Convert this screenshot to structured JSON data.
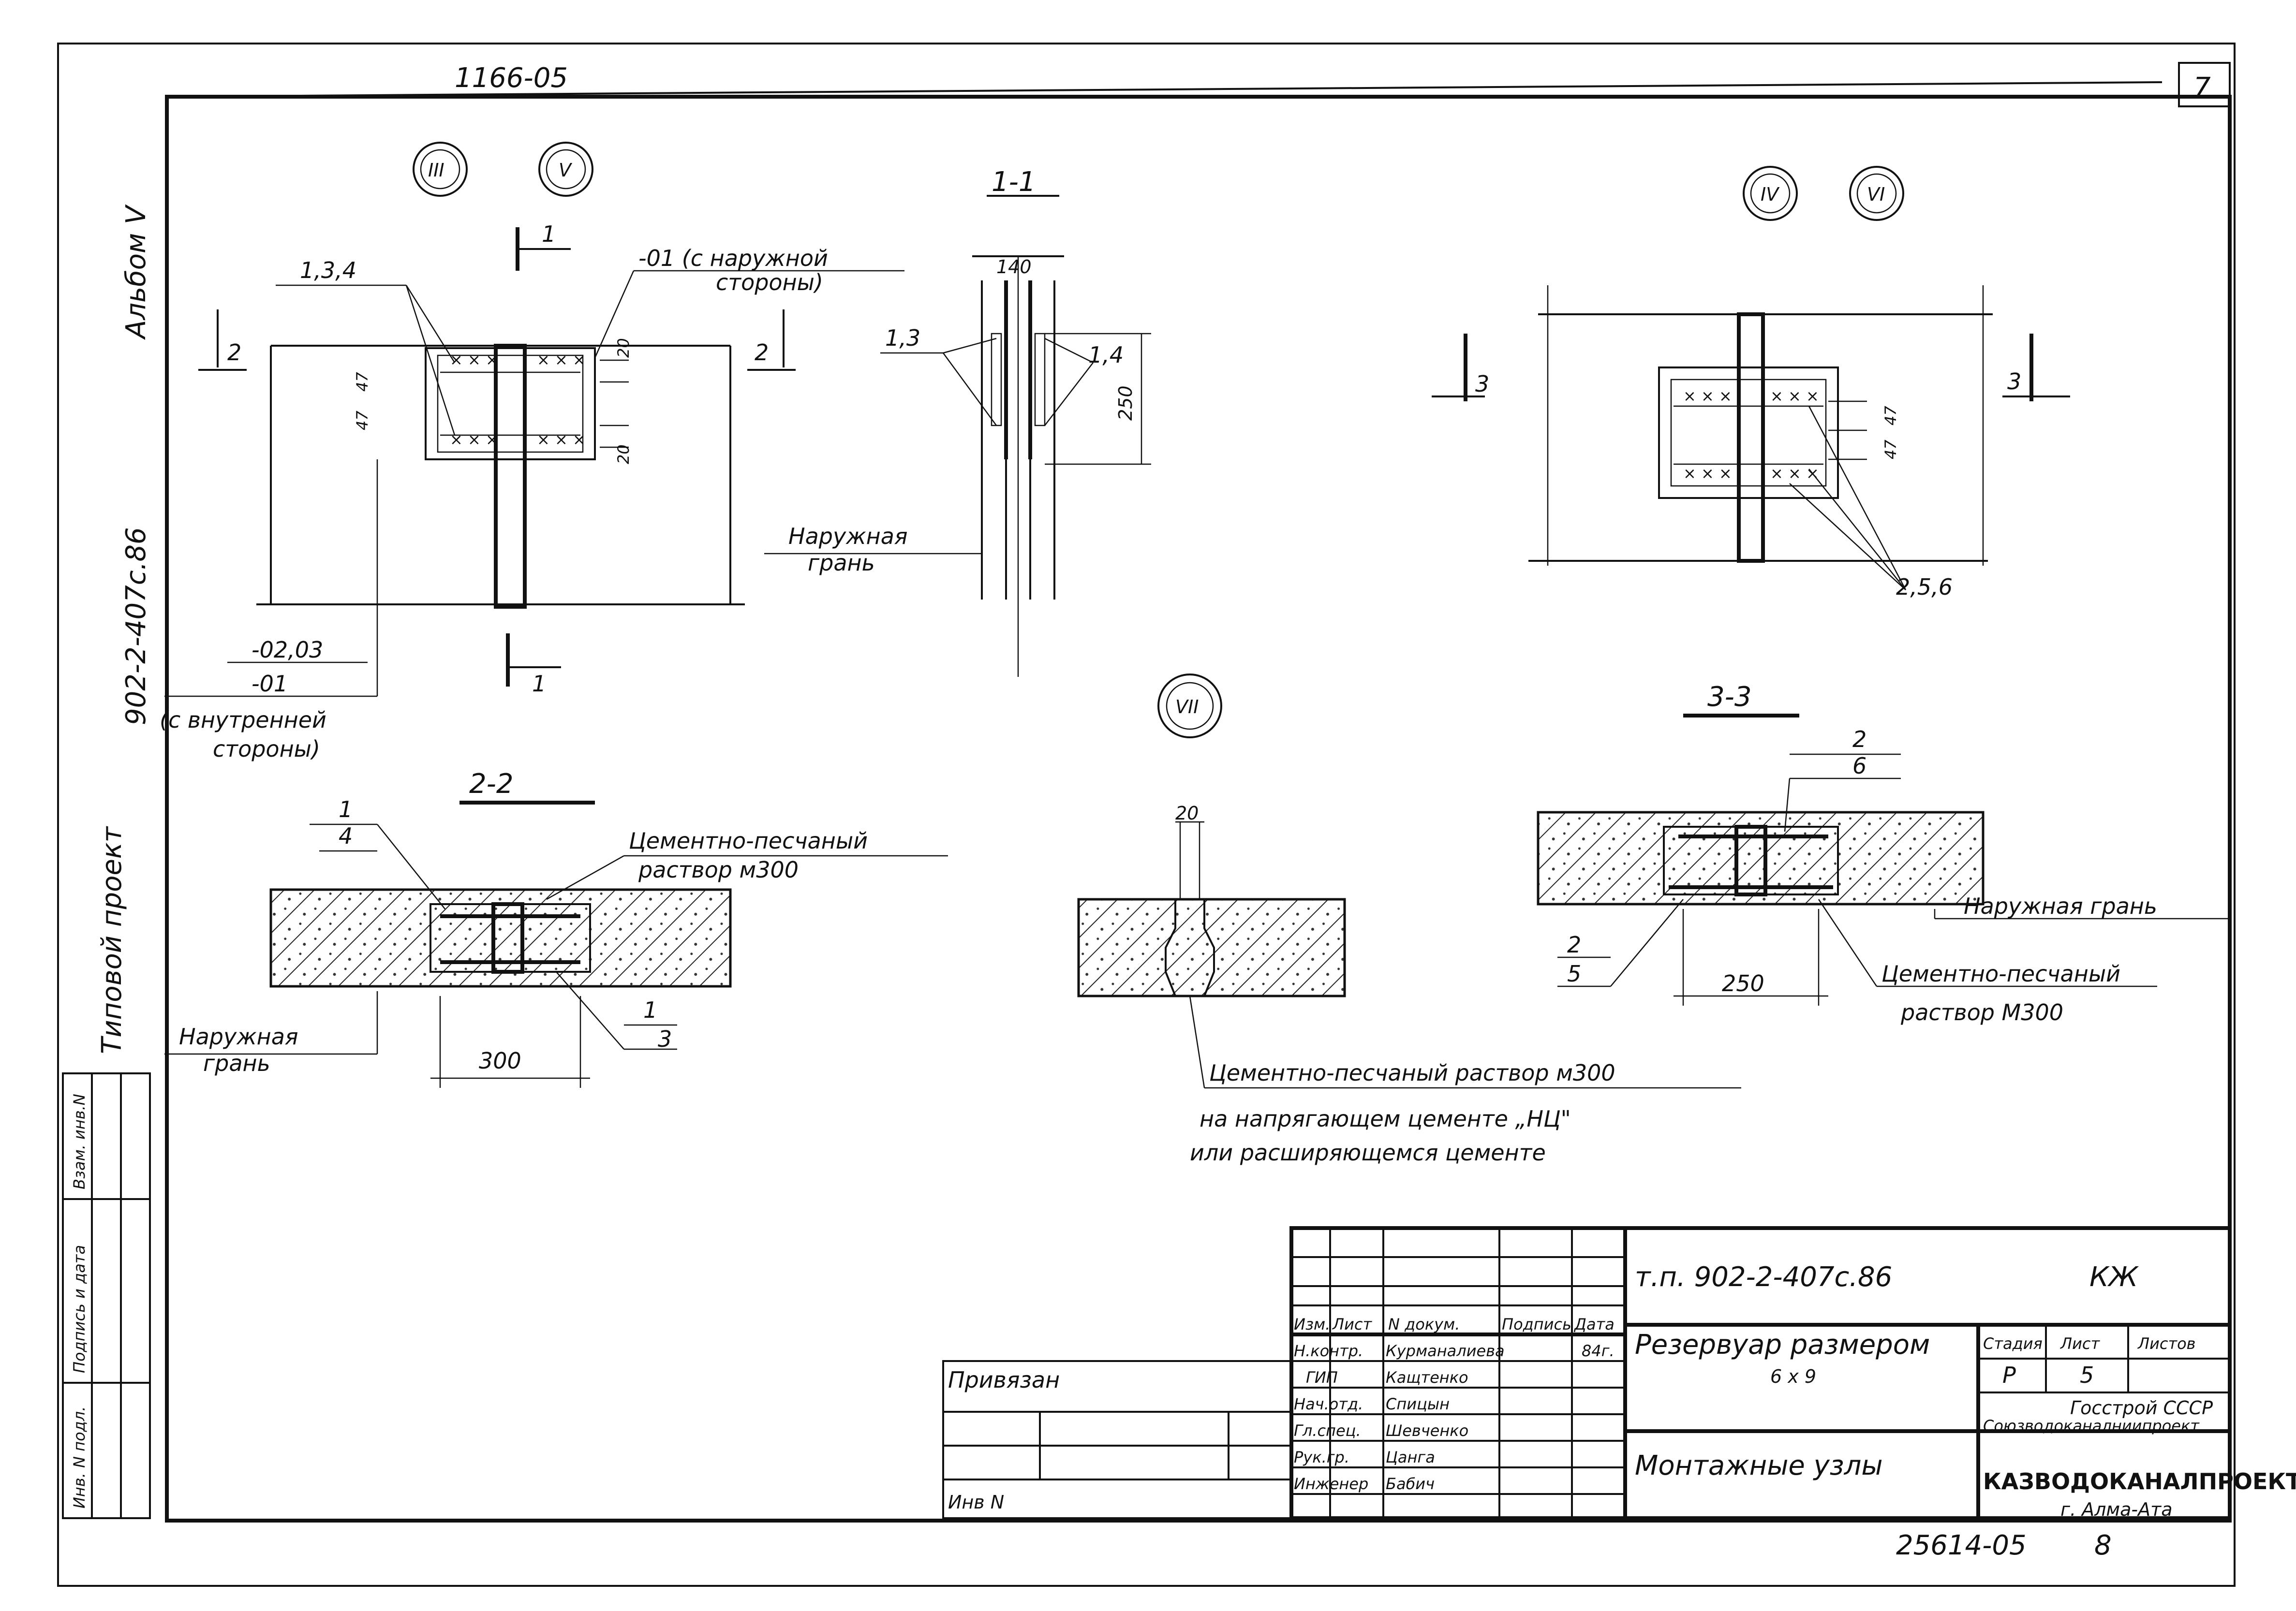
{
  "sheet": {
    "archive_code": "1166-05",
    "sheet_number": "7",
    "bottom_number": "25614-05",
    "bottom_page": "8",
    "side_project": "902-2-407с.86",
    "side_album": "Альбом V",
    "side_type": "Типовой проект",
    "side_table": [
      "Инв. N подл.",
      "Подпись и дата",
      "Взам. инв.N"
    ]
  },
  "node_marks": {
    "top_left": [
      "III",
      "V"
    ],
    "top_right": [
      "IV",
      "VI"
    ],
    "middle": [
      "VII"
    ]
  },
  "view_left": {
    "cut_mark": "1",
    "cut_mark_bottom": "1",
    "section_left": "2",
    "section_right": "2",
    "callout_items": "1,3,4",
    "label_outer": "-01 (с наружной стороны)",
    "label_outer_line1": "-01 (с наружной",
    "label_outer_line2": "стороны)",
    "label_inner_1": "-02,03",
    "label_inner_2": "-01",
    "label_inner_3": "(с внутренней",
    "label_inner_4": "стороны)",
    "dims": [
      "20",
      "47",
      "47",
      "20"
    ]
  },
  "section_1_1": {
    "title": "1-1",
    "dim_top": "140",
    "dim_side": "250",
    "callout_left": "1,3",
    "callout_right": "1,4",
    "label_face_1": "Наружная",
    "label_face_2": "грань"
  },
  "view_right": {
    "section_left": "3",
    "section_right": "3",
    "dims": [
      "47",
      "47"
    ],
    "callout_items": "2,5,6"
  },
  "section_2_2": {
    "title": "2-2",
    "callout_1": "1",
    "callout_4": "4",
    "mortar_1": "Цементно-песчаный",
    "mortar_2": "раствор  м300",
    "face_1": "Наружная",
    "face_2": "грань",
    "callout_1b": "1",
    "callout_3": "3",
    "dim": "300"
  },
  "section_VII": {
    "dim": "20",
    "note_1": "Цементно-песчаный раствор м300",
    "note_2": "на напрягающем цементе „НЦ\"",
    "note_3": "или расширяющемся цементе"
  },
  "section_3_3": {
    "title": "3-3",
    "callout_2a": "2",
    "callout_6": "6",
    "callout_2b": "2",
    "callout_5": "5",
    "face": "Наружная  грань",
    "mortar_1": "Цементно-песчаный",
    "mortar_2": "раствор М300",
    "dim": "250"
  },
  "title_block": {
    "project_code": "т.п. 902-2-407с.86",
    "mark": "КЖ",
    "col_headers": [
      "Изм.",
      "Лист",
      "N докум.",
      "Подпись",
      "Дата"
    ],
    "roles": [
      "Н.контр.",
      "ГИП",
      "Нач.отд.",
      "Гл.спец.",
      "Рук.гр.",
      "Инженер"
    ],
    "names": [
      "Курманалиева",
      "Кащтенко",
      "Спицын",
      "Шевченко",
      "Цанга",
      "Бабич"
    ],
    "date": "84г.",
    "privyazan": "Привязан",
    "inv": "Инв N",
    "object_1": "Резервуар размером",
    "object_2": "6 х 9",
    "drawing_title": "Монтажные узлы",
    "stage_header": "Стадия",
    "sheet_header": "Лист",
    "sheets_header": "Листов",
    "stage": "Р",
    "sheet": "5",
    "org_1": "Госстрой СССР",
    "org_2": "Союзводоканалниипроект",
    "org_3": "КАЗВОДОКАНАЛПРОЕКТ",
    "org_4": "г. Алма-Ата"
  }
}
